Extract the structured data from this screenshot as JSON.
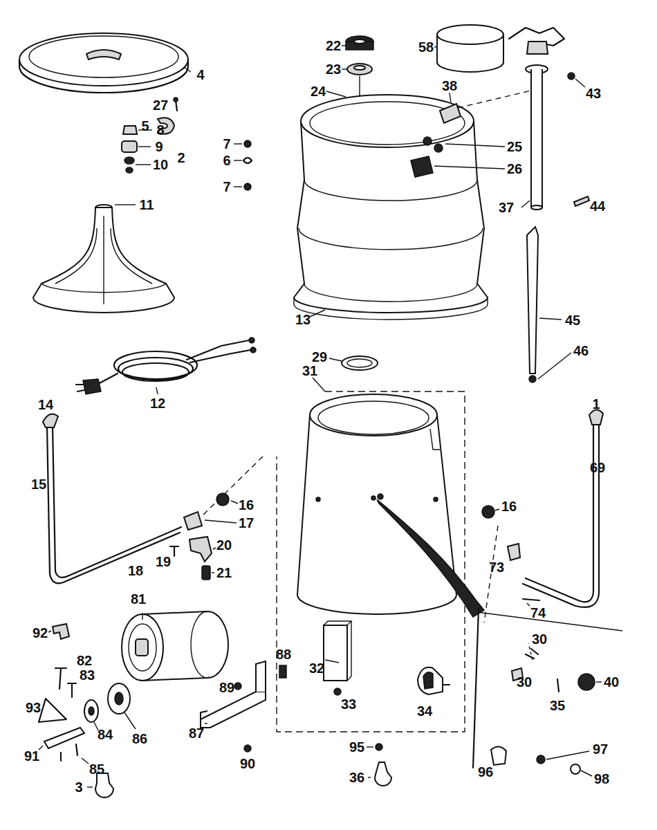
{
  "diagram": {
    "labels": [
      "4",
      "27",
      "5",
      "8",
      "9",
      "2",
      "10",
      "7",
      "6",
      "7",
      "11",
      "12",
      "22",
      "23",
      "24",
      "58",
      "38",
      "43",
      "25",
      "26",
      "37",
      "44",
      "45",
      "46",
      "13",
      "29",
      "31",
      "14",
      "15",
      "16",
      "17",
      "18",
      "19",
      "20",
      "21",
      "1",
      "69",
      "16",
      "73",
      "74",
      "30",
      "30",
      "34",
      "40",
      "35",
      "32",
      "33",
      "81",
      "82",
      "83",
      "92",
      "88",
      "89",
      "93",
      "84",
      "86",
      "87",
      "91",
      "85",
      "90",
      "3",
      "95",
      "36",
      "96",
      "97",
      "98"
    ]
  }
}
